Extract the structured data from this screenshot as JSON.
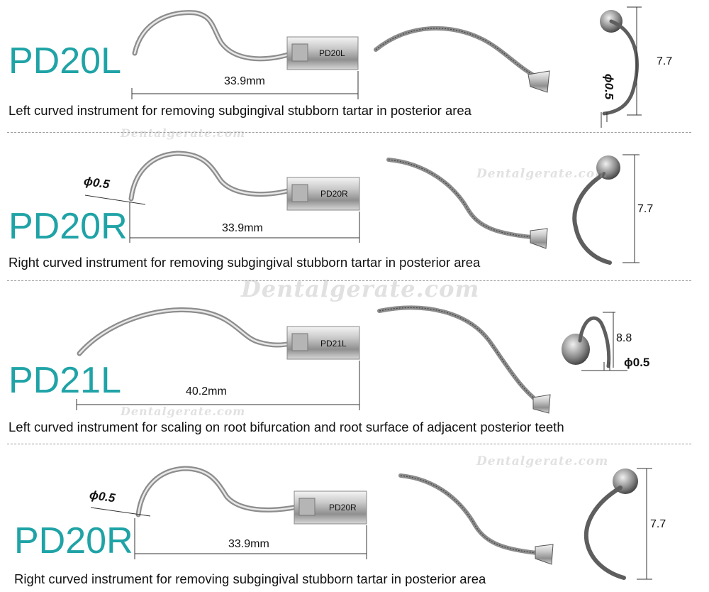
{
  "watermark": "Dentalgerate.com",
  "items": [
    {
      "model": "PD20L",
      "tip_label": "PD20L",
      "length": "33.9mm",
      "height": "7.7",
      "diameter": "0.5",
      "description": "Left curved instrument for removing subgingival stubborn tartar in posterior area"
    },
    {
      "model": "PD20R",
      "tip_label": "PD20R",
      "length": "33.9mm",
      "height": "7.7",
      "diameter": "0.5",
      "description": "Right curved instrument for removing subgingival stubborn tartar in posterior area"
    },
    {
      "model": "PD21L",
      "tip_label": "PD21L",
      "length": "40.2mm",
      "height": "8.8",
      "diameter": "0.5",
      "description": "Left curved instrument for scaling on root bifurcation and root surface of adjacent posterior teeth"
    },
    {
      "model": "PD20R",
      "tip_label": "PD20R",
      "length": "33.9mm",
      "height": "7.7",
      "diameter": "0.5",
      "description": "Right curved instrument for removing subgingival stubborn tartar in posterior area"
    }
  ],
  "phi_symbol": "ϕ"
}
